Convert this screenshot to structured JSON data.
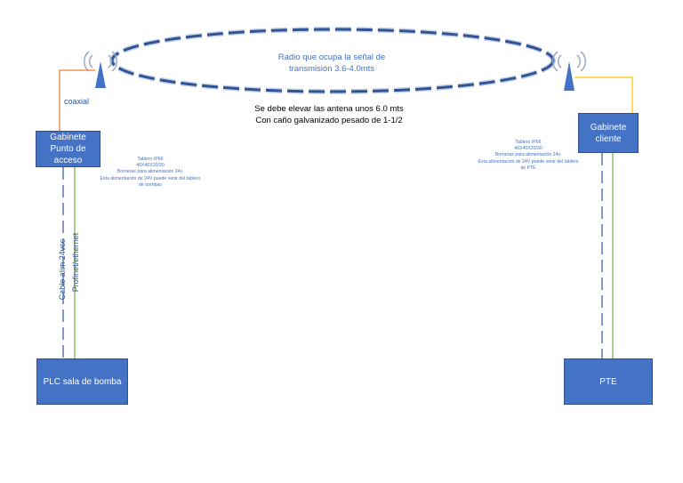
{
  "coverage_label": "Radio que ocupa la señal de\ntransmisión 3.6-4.0mts",
  "elevation_note": "Se debe elevar las antena unos 6.0 mts\nCon caño galvanizado pesado de 1-1/2",
  "coaxial_label": "coaxial",
  "boxes": {
    "access_point": "Gabinete\nPunto de\nacceso",
    "client": "Gabinete\ncliente",
    "plc": "PLC sala de bomba",
    "pte": "PTE"
  },
  "left_note": "Tablero IP66\n40X40X20/30\nBorneras para alimentación 24v.\nEsta alimentación de 24V puede venir del tablero\nde bombas",
  "right_note": "Tablero IP66\n40X40X20/30\nBorneras para alimentación 24v.\nEsta alimentación de 24V puede venir del tablero\nde PTE",
  "cable_labels": {
    "power": "Cable alim 24vcc",
    "data": "Profinet/ethernet"
  },
  "colors": {
    "box_fill": "#4472c4",
    "box_border": "#2f528f",
    "dash_line": "#2f5597",
    "coax_left": "#ed7d31",
    "coax_right": "#ffc000",
    "data_line": "#70ad47",
    "antenna": "#4472c4"
  },
  "icons": [
    "antenna-icon",
    "antenna-icon"
  ]
}
